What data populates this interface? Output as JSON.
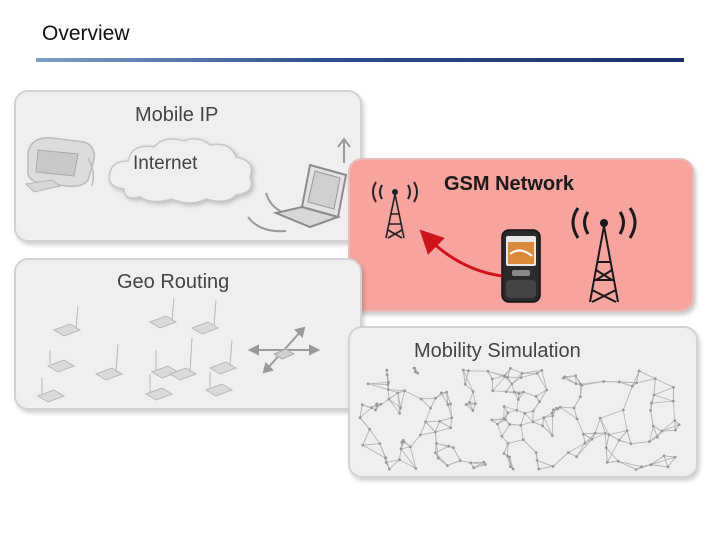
{
  "slide": {
    "title": "Overview"
  },
  "panels": {
    "mobile_ip": {
      "label": "Mobile IP",
      "internet_label": "Internet"
    },
    "gsm": {
      "label": "GSM Network"
    },
    "geo": {
      "label": "Geo Routing"
    },
    "mobility": {
      "label": "Mobility Simulation"
    }
  },
  "colors": {
    "accent_rule": "#1b2f6a",
    "gsm_panel": "#f7a39e",
    "gsm_arrow": "#d0141c",
    "grey_panel": "#efefef"
  },
  "icons": [
    "desktop-computer-icon",
    "cloud-icon",
    "laptop-icon",
    "antenna-icon",
    "mobile-phone-icon",
    "sensor-node-icon",
    "graph-network-icon"
  ]
}
